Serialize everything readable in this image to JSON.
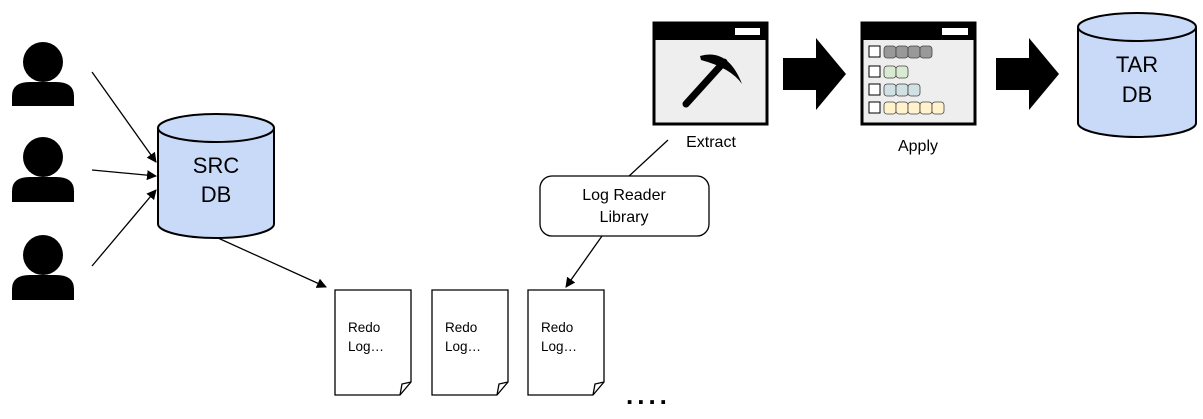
{
  "src_db": {
    "line1": "SRC",
    "line2": "DB"
  },
  "tar_db": {
    "line1": "TAR",
    "line2": "DB"
  },
  "extract": {
    "label": "Extract"
  },
  "apply": {
    "label": "Apply"
  },
  "log_reader": {
    "line1": "Log Reader",
    "line2": "Library"
  },
  "redo_logs": [
    {
      "line1": "Redo",
      "line2": "Log…"
    },
    {
      "line1": "Redo",
      "line2": "Log…"
    },
    {
      "line1": "Redo",
      "line2": "Log…"
    }
  ],
  "ellipsis": "....",
  "colors": {
    "db_fill": "#c9daf8",
    "stroke": "#000000",
    "window_fill": "#eeeeee",
    "row_gray": "#999999",
    "row_green": "#d9ead3",
    "row_blue": "#d0e0e3",
    "row_yellow": "#fff2cc"
  },
  "icons": [
    "user-icon",
    "user-icon",
    "user-icon",
    "pickaxe-icon",
    "arrow-right-icon",
    "arrow-right-icon",
    "database-icon",
    "document-icon"
  ]
}
